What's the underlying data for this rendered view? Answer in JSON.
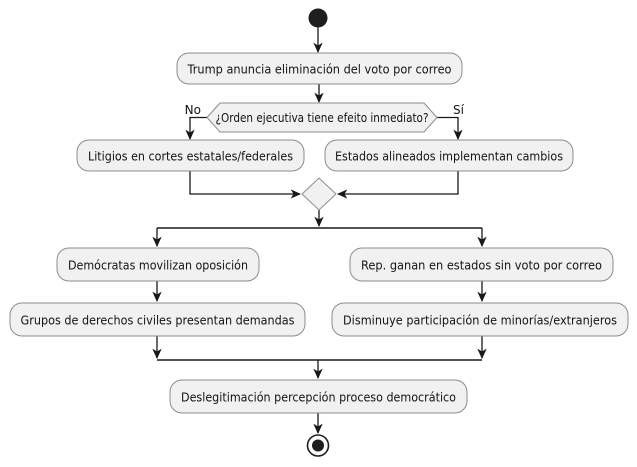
{
  "diagram": {
    "type": "activity-flowchart",
    "language": "es",
    "activities": [
      {
        "id": "trump-announce",
        "label": "Trump anuncia eliminación del voto por correo"
      },
      {
        "id": "litigios",
        "label": "Litigios en cortes estatales/federales"
      },
      {
        "id": "estados-alineados",
        "label": "Estados alineados implementan cambios"
      },
      {
        "id": "democratas",
        "label": "Demócratas movilizan oposición"
      },
      {
        "id": "republicanos",
        "label": "Rep. ganan en estados sin voto por correo"
      },
      {
        "id": "grupos-derechos",
        "label": "Grupos de derechos civiles presentan demandas"
      },
      {
        "id": "disminuye",
        "label": "Disminuye participación de minorías/extranjeros"
      },
      {
        "id": "deslegitimacion",
        "label": "Deslegitimación percepción proceso democrático"
      }
    ],
    "decision": {
      "question": "¿Orden ejecutiva tiene efeito inmediato?",
      "branch_no": "No",
      "branch_yes": "Sí"
    },
    "colors": {
      "activity_fill": "#f1f1f1",
      "activity_border": "#8c8c8c",
      "edge": "#181818",
      "text": "#141414",
      "background": "#ffffff"
    }
  }
}
